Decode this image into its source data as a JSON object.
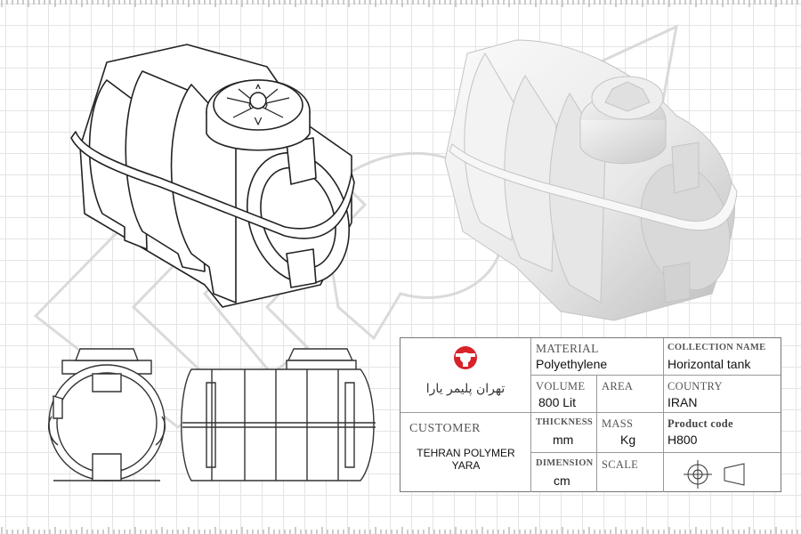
{
  "brand": {
    "logo_text": "تهران پلیمر یارا",
    "logo_color": "#d8232a"
  },
  "title_block": {
    "material_label": "MATERIAL",
    "material_value": "Polyethylene",
    "collection_label": "COLLECTION NAME",
    "collection_value": "Horizontal tank",
    "volume_label": "VOLUME",
    "volume_value": "800 Lit",
    "area_label": "AREA",
    "country_label": "COUNTRY",
    "country_value": "IRAN",
    "customer_label": "CUSTOMER",
    "customer_value_line1": "TEHRAN POLYMER",
    "customer_value_line2": "YARA",
    "thickness_label": "THICKNESS",
    "thickness_value": "mm",
    "mass_label": "MASS",
    "mass_value": "Kg",
    "product_code_label": "Product code",
    "product_code_value": "H800",
    "dimension_label": "DIMENSION",
    "dimension_value": "cm",
    "scale_label": "SCALE"
  }
}
